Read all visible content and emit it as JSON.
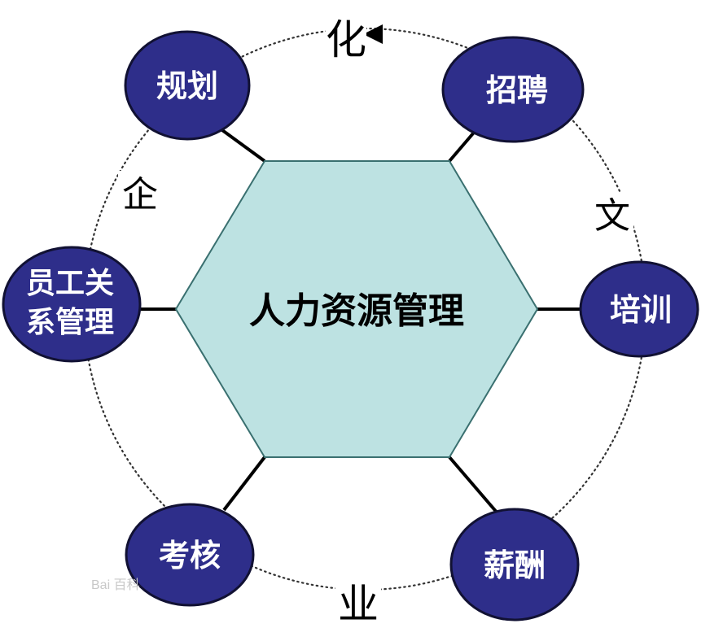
{
  "center": {
    "label": "人力资源管理",
    "fill": "#bde2e2",
    "stroke": "#3a7070"
  },
  "node_fill": "#2e2e8a",
  "node_stroke": "#111133",
  "nodes": {
    "planning": {
      "label": "规划"
    },
    "recruitment": {
      "label": "招聘"
    },
    "training": {
      "label": "培训"
    },
    "compensation": {
      "label": "薪酬"
    },
    "appraisal": {
      "label": "考核"
    },
    "employee_relations": {
      "line1": "员工关",
      "line2": "系管理"
    }
  },
  "ring_text": {
    "char1": "企",
    "char2": "业",
    "char3": "文",
    "char4": "化"
  },
  "watermark": "Bai 百科"
}
